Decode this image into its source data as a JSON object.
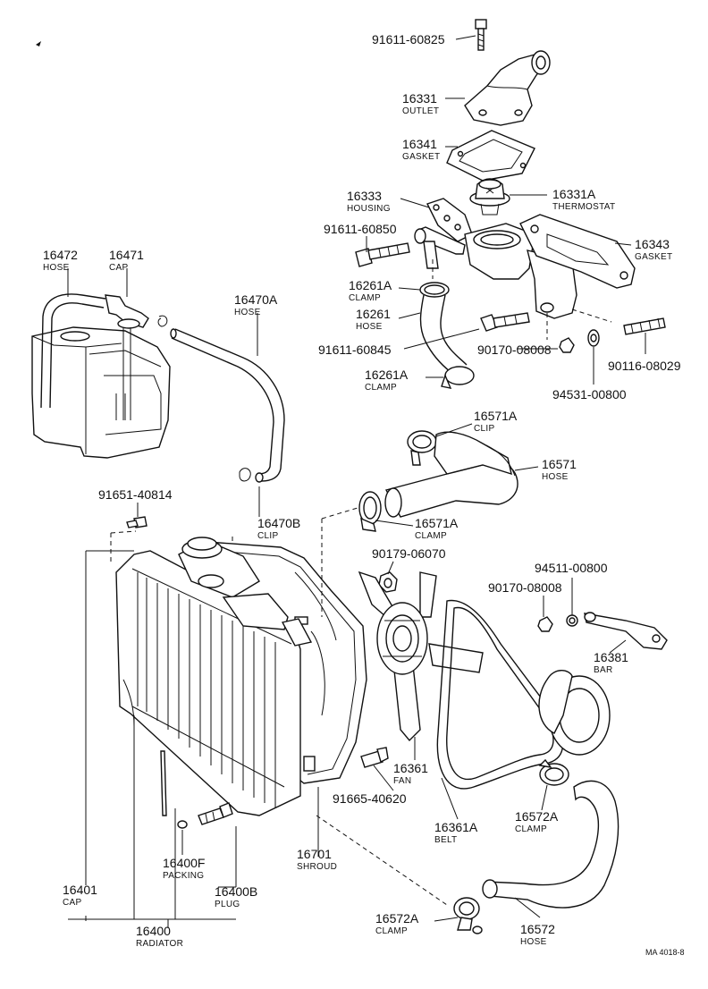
{
  "parts": [
    {
      "id": "91611-60825",
      "number": "91611-60825",
      "name": ""
    },
    {
      "id": "16331",
      "number": "16331",
      "name": "OUTLET"
    },
    {
      "id": "16341",
      "number": "16341",
      "name": "GASKET"
    },
    {
      "id": "16333",
      "number": "16333",
      "name": "HOUSING"
    },
    {
      "id": "16331A",
      "number": "16331A",
      "name": "THERMOSTAT"
    },
    {
      "id": "16343",
      "number": "16343",
      "name": "GASKET"
    },
    {
      "id": "91611-60850",
      "number": "91611-60850",
      "name": ""
    },
    {
      "id": "16261A-a",
      "number": "16261A",
      "name": "CLAMP"
    },
    {
      "id": "16261",
      "number": "16261",
      "name": "HOSE"
    },
    {
      "id": "91611-60845",
      "number": "91611-60845",
      "name": ""
    },
    {
      "id": "90170-08008-a",
      "number": "90170-08008",
      "name": ""
    },
    {
      "id": "90116-08029",
      "number": "90116-08029",
      "name": ""
    },
    {
      "id": "16261A-b",
      "number": "16261A",
      "name": "CLAMP"
    },
    {
      "id": "94531-00800",
      "number": "94531-00800",
      "name": ""
    },
    {
      "id": "16472",
      "number": "16472",
      "name": "HOSE"
    },
    {
      "id": "16471",
      "number": "16471",
      "name": "CAP"
    },
    {
      "id": "16470A",
      "number": "16470A",
      "name": "HOSE"
    },
    {
      "id": "16571A-a",
      "number": "16571A",
      "name": "CLIP"
    },
    {
      "id": "16571",
      "number": "16571",
      "name": "HOSE"
    },
    {
      "id": "16571A-b",
      "number": "16571A",
      "name": "CLAMP"
    },
    {
      "id": "91651-40814",
      "number": "91651-40814",
      "name": ""
    },
    {
      "id": "16470B",
      "number": "16470B",
      "name": "CLIP"
    },
    {
      "id": "90179-06070",
      "number": "90179-06070",
      "name": ""
    },
    {
      "id": "94511-00800",
      "number": "94511-00800",
      "name": ""
    },
    {
      "id": "90170-08008-b",
      "number": "90170-08008",
      "name": ""
    },
    {
      "id": "16381",
      "number": "16381",
      "name": "BAR"
    },
    {
      "id": "16361",
      "number": "16361",
      "name": "FAN"
    },
    {
      "id": "91665-40620",
      "number": "91665-40620",
      "name": ""
    },
    {
      "id": "16361A",
      "number": "16361A",
      "name": "BELT"
    },
    {
      "id": "16572A-a",
      "number": "16572A",
      "name": "CLAMP"
    },
    {
      "id": "16701",
      "number": "16701",
      "name": "SHROUD"
    },
    {
      "id": "16400F",
      "number": "16400F",
      "name": "PACKING"
    },
    {
      "id": "16400B",
      "number": "16400B",
      "name": "PLUG"
    },
    {
      "id": "16401",
      "number": "16401",
      "name": "CAP"
    },
    {
      "id": "16400",
      "number": "16400",
      "name": "RADIATOR"
    },
    {
      "id": "16572A-b",
      "number": "16572A",
      "name": "CLAMP"
    },
    {
      "id": "16572",
      "number": "16572",
      "name": "HOSE"
    }
  ],
  "reference": "MA 4018-8"
}
